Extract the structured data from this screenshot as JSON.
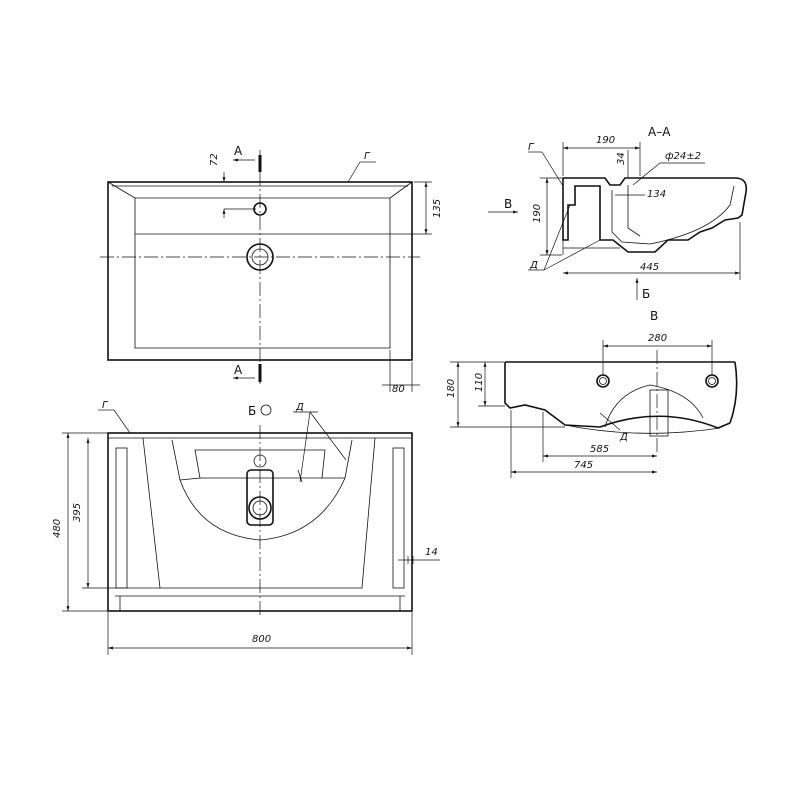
{
  "labels": {
    "section_a": "A",
    "section_aa": "A–A",
    "view_b_ru": "Б",
    "view_v": "В",
    "marker_g": "Г",
    "marker_d": "Д"
  },
  "dimensions": {
    "top_72": "72",
    "top_135": "135",
    "top_80": "80",
    "front_480": "480",
    "front_395": "395",
    "front_800": "800",
    "front_14": "14",
    "sec_190_w": "190",
    "sec_190_h": "190",
    "sec_34": "34",
    "sec_phi": "ф24±2",
    "sec_134": "134",
    "sec_445": "445",
    "side_280": "280",
    "side_180": "180",
    "side_110": "110",
    "side_585": "585",
    "side_745": "745"
  }
}
